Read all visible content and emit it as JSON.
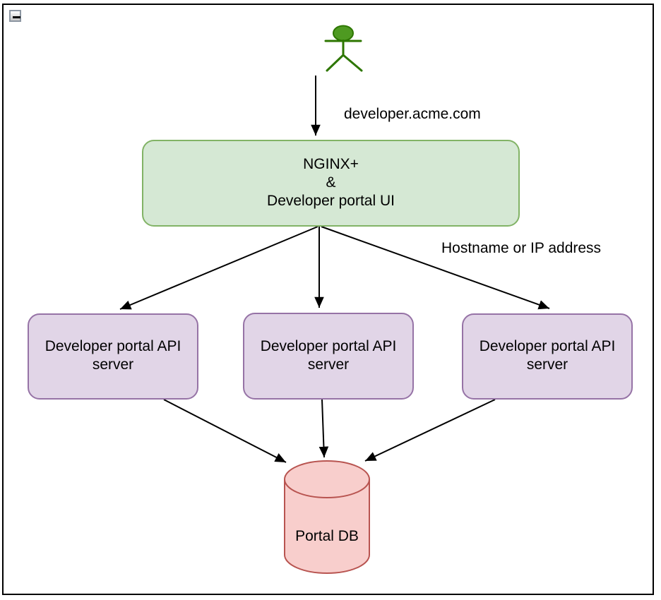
{
  "canvas": {
    "collapse_button_icon": "minus-icon",
    "collapse_glyph": "−"
  },
  "colors": {
    "nginx_fill": "#d5e8d4",
    "nginx_stroke": "#82b366",
    "api_fill": "#e1d5e7",
    "api_stroke": "#9673a6",
    "db_fill": "#f8cecc",
    "db_stroke": "#b85450",
    "actor_fill": "#4e9a21",
    "actor_stroke": "#2d7600",
    "arrow": "#000000"
  },
  "edge_labels": {
    "url": "developer.acme.com",
    "hostname": "Hostname or IP address"
  },
  "nodes": {
    "nginx": {
      "line1": "NGINX+",
      "line2": "&",
      "line3": "Developer portal UI"
    },
    "api_servers": [
      {
        "label": "Developer portal API server"
      },
      {
        "label": "Developer portal API server"
      },
      {
        "label": "Developer portal API server"
      }
    ],
    "db": {
      "label": "Portal DB"
    }
  }
}
